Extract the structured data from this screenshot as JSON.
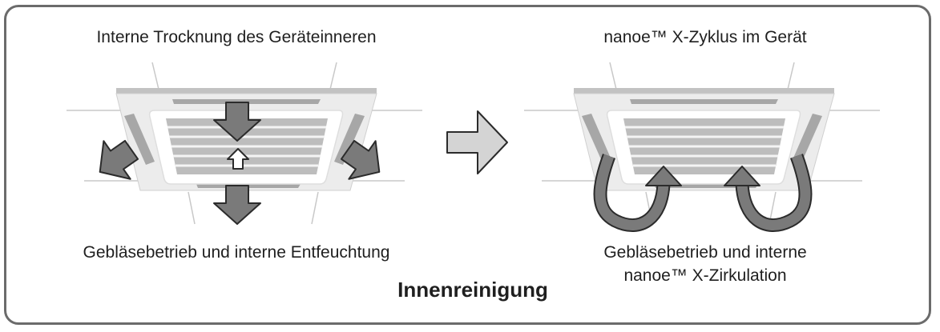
{
  "left_panel": {
    "top_label": "Interne Trocknung des Geräteinneren",
    "bottom_label": "Gebläsebetrieb und interne Entfeuchtung"
  },
  "right_panel": {
    "top_label": "nanoe™ X-Zyklus im Gerät",
    "bottom_label_line1": "Gebläsebetrieb und interne",
    "bottom_label_line2": "nanoe™ X-Zirkulation"
  },
  "footer": {
    "title": "Innenreinigung"
  },
  "colors": {
    "frame": "#6b6b6b",
    "arrow_fill": "#7a7a7a",
    "arrow_stroke": "#2b2b2b",
    "next_arrow_fill": "#d4d4d4",
    "panel_light": "#ebebeb",
    "panel_dark": "#a8a8a8"
  }
}
